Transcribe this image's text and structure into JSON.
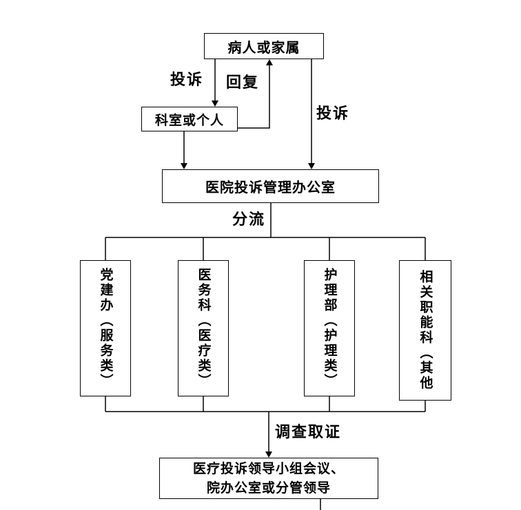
{
  "diagram": {
    "type": "flowchart",
    "language": "zh-CN",
    "topic": "hospital complaint handling process",
    "colors": {
      "line": "#000000",
      "background": "#ffffff",
      "text": "#000000"
    },
    "nodes": {
      "patient": {
        "label": "病人或家属"
      },
      "department": {
        "label": "科室或个人"
      },
      "office": {
        "label": "医院投诉管理办公室"
      },
      "final": {
        "line1": "医疗投诉领导小组会议、",
        "line2": "院办公室或分管领导"
      }
    },
    "branches": [
      {
        "label": "党建办（服务类）"
      },
      {
        "label": "医务科（医疗类）"
      },
      {
        "label": "护理部（护理类）"
      },
      {
        "label": "相关职能科（其他"
      }
    ],
    "edge_labels": {
      "complaint_left": "投诉",
      "reply": "回复",
      "complaint_right": "投诉",
      "triage": "分流",
      "investigate": "调查取证"
    }
  }
}
